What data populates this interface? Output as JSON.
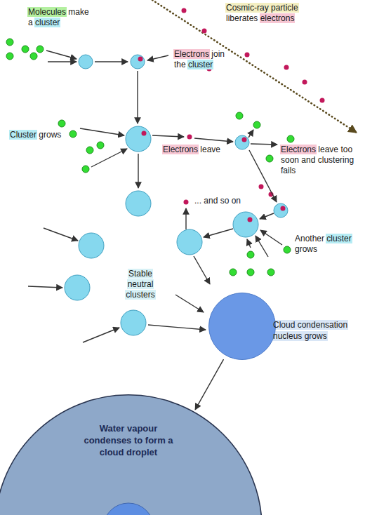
{
  "diagram": {
    "nodes": [
      {
        "text": [
          "Cloud condensation nucleus grows"
        ]
      },
      {
        "text": [
          "Water vapour condenses to form a cloud droplet"
        ]
      }
    ],
    "edges": [
      {
        "from": 0,
        "to": 1,
        "arrow": "to"
      }
    ],
    "labels": [
      "Molecules make a cluster",
      "Cosmic-ray particle liberates electrons",
      "Electrons join the cluster",
      "Cluster grows",
      "Electrons leave",
      "Electrons leave too soon and clustering fails",
      "... and so on",
      "Another cluster grows",
      "Stable neutral clusters"
    ]
  }
}
